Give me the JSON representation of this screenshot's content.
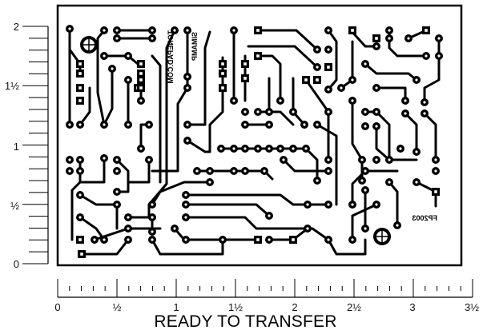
{
  "vertical_ruler": {
    "labels": [
      "2",
      "1½",
      "1",
      "½",
      "0"
    ],
    "unit": "inch"
  },
  "horizontal_ruler": {
    "labels": [
      "0",
      "½",
      "1",
      "1½",
      "2",
      "2½",
      "3",
      "3½"
    ],
    "unit": "inch"
  },
  "board": {
    "silkscreen_text_1": "TONEPAD.COM",
    "silkscreen_text_2": "SIMAMP",
    "silkscreen_text_3": "FP2003",
    "mounting_holes": 2,
    "colors": {
      "copper": "#000000",
      "substrate": "#ffffff"
    }
  },
  "caption": "READY TO TRANSFER"
}
